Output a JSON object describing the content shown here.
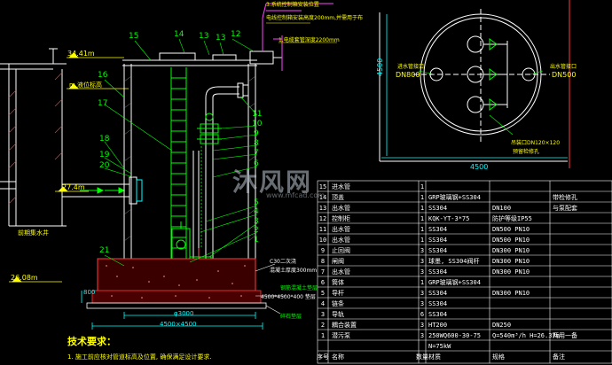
{
  "callouts": {
    "n1": "1",
    "n2": "2",
    "n3": "3",
    "n4": "4",
    "n5": "5",
    "n6": "6",
    "n7": "7",
    "n8": "8",
    "n9": "9",
    "n10": "10",
    "n11": "11",
    "n12": "12",
    "n13": "13",
    "n14": "14",
    "n15": "15",
    "n16": "16",
    "n17": "17",
    "n18": "18",
    "n19": "19",
    "n20": "20",
    "n21": "21"
  },
  "notes": {
    "top1": "3.系统控制箱安装位置",
    "top2": "电线控制箱安装高度200mm,并需用于布",
    "top3": "1.电缆套管深度2200mm",
    "elev_top": "34.41m",
    "elev_water": "m 液位标高",
    "elev_inlet": "27.4m",
    "elev_bottom": "26.08m",
    "intake_well": "前期集水井",
    "concrete1": "C30二次浇",
    "concrete2": "混凝土厚度300mm",
    "base_dim": "4500*4500*400 垫层",
    "rebar": "钢筋混凝土垫层",
    "gravel": "碎石垫层",
    "dim_3000": "φ3000",
    "dim_4500": "4500×4500",
    "dim_800": "800",
    "tech_title": "技术要求：",
    "tech_1": "1. 施工前应核对管道标高及位置, 确保满足设计要求."
  },
  "plan": {
    "outlet": "出水管接口",
    "outlet_dn": "DN500",
    "inlet": "进水管接口",
    "inlet_dn": "DN800",
    "opening": "吊装口DN120×120",
    "opening_sub": "预留检修孔",
    "dim_w": "4500",
    "dim_h": "4500"
  },
  "bom": {
    "rows": [
      {
        "no": "15",
        "name": "进水管",
        "qty": "1",
        "spec": "",
        "size": "",
        "note": ""
      },
      {
        "no": "14",
        "name": "顶盖",
        "qty": "1",
        "spec": "GRP玻璃钢+SS304",
        "size": "",
        "note": "带检修孔"
      },
      {
        "no": "13",
        "name": "出水管",
        "qty": "1",
        "spec": "SS304",
        "size": "DN100",
        "note": "与泵配套"
      },
      {
        "no": "12",
        "name": "控制柜",
        "qty": "1",
        "spec": "KQK-YT-3*75",
        "size": "防护等级IP55",
        "note": ""
      },
      {
        "no": "11",
        "name": "出水管",
        "qty": "1",
        "spec": "SS304",
        "size": "DN500 PN10",
        "note": ""
      },
      {
        "no": "10",
        "name": "出水管",
        "qty": "1",
        "spec": "SS304",
        "size": "DN500 PN10",
        "note": ""
      },
      {
        "no": "9",
        "name": "止回阀",
        "qty": "3",
        "spec": "SS304",
        "size": "DN300 PN10",
        "note": ""
      },
      {
        "no": "8",
        "name": "闸阀",
        "qty": "3",
        "spec": "球墨, SS304阀杆",
        "size": "DN300 PN10",
        "note": ""
      },
      {
        "no": "7",
        "name": "出水管",
        "qty": "3",
        "spec": "SS304",
        "size": "DN300 PN10",
        "note": ""
      },
      {
        "no": "6",
        "name": "筒体",
        "qty": "1",
        "spec": "GRP玻璃钢+SS304",
        "size": "",
        "note": ""
      },
      {
        "no": "5",
        "name": "导杆",
        "qty": "3",
        "spec": "SS304",
        "size": "DN300 PN10",
        "note": ""
      },
      {
        "no": "4",
        "name": "链条",
        "qty": "3",
        "spec": "SS304",
        "size": "",
        "note": ""
      },
      {
        "no": "3",
        "name": "导轨",
        "qty": "6",
        "spec": "SS304",
        "size": "",
        "note": ""
      },
      {
        "no": "2",
        "name": "耦合装置",
        "qty": "3",
        "spec": "HT200",
        "size": "DN250",
        "note": ""
      },
      {
        "no": "1",
        "name": "潜污泵",
        "qty": "3",
        "spec": "250WQ600-30-75",
        "size": "Q=540m³/h H=26.37m",
        "note": "两用一备"
      }
    ],
    "footer_extra": "N=75kW",
    "header": {
      "no": "序号",
      "name": "名称",
      "qty": "数量",
      "spec": "材质",
      "size": "规格",
      "note": "备注"
    }
  },
  "watermark": {
    "brand": "沐风网",
    "url": "www.mfcad.com"
  },
  "colors": {
    "background": "#000000",
    "structure": "#ffffff",
    "equipment": "#00ff00",
    "annotation": "#ffff00",
    "leader": "#ff44ff",
    "dimension": "#00ffff",
    "frame": "#ff3b3b"
  }
}
